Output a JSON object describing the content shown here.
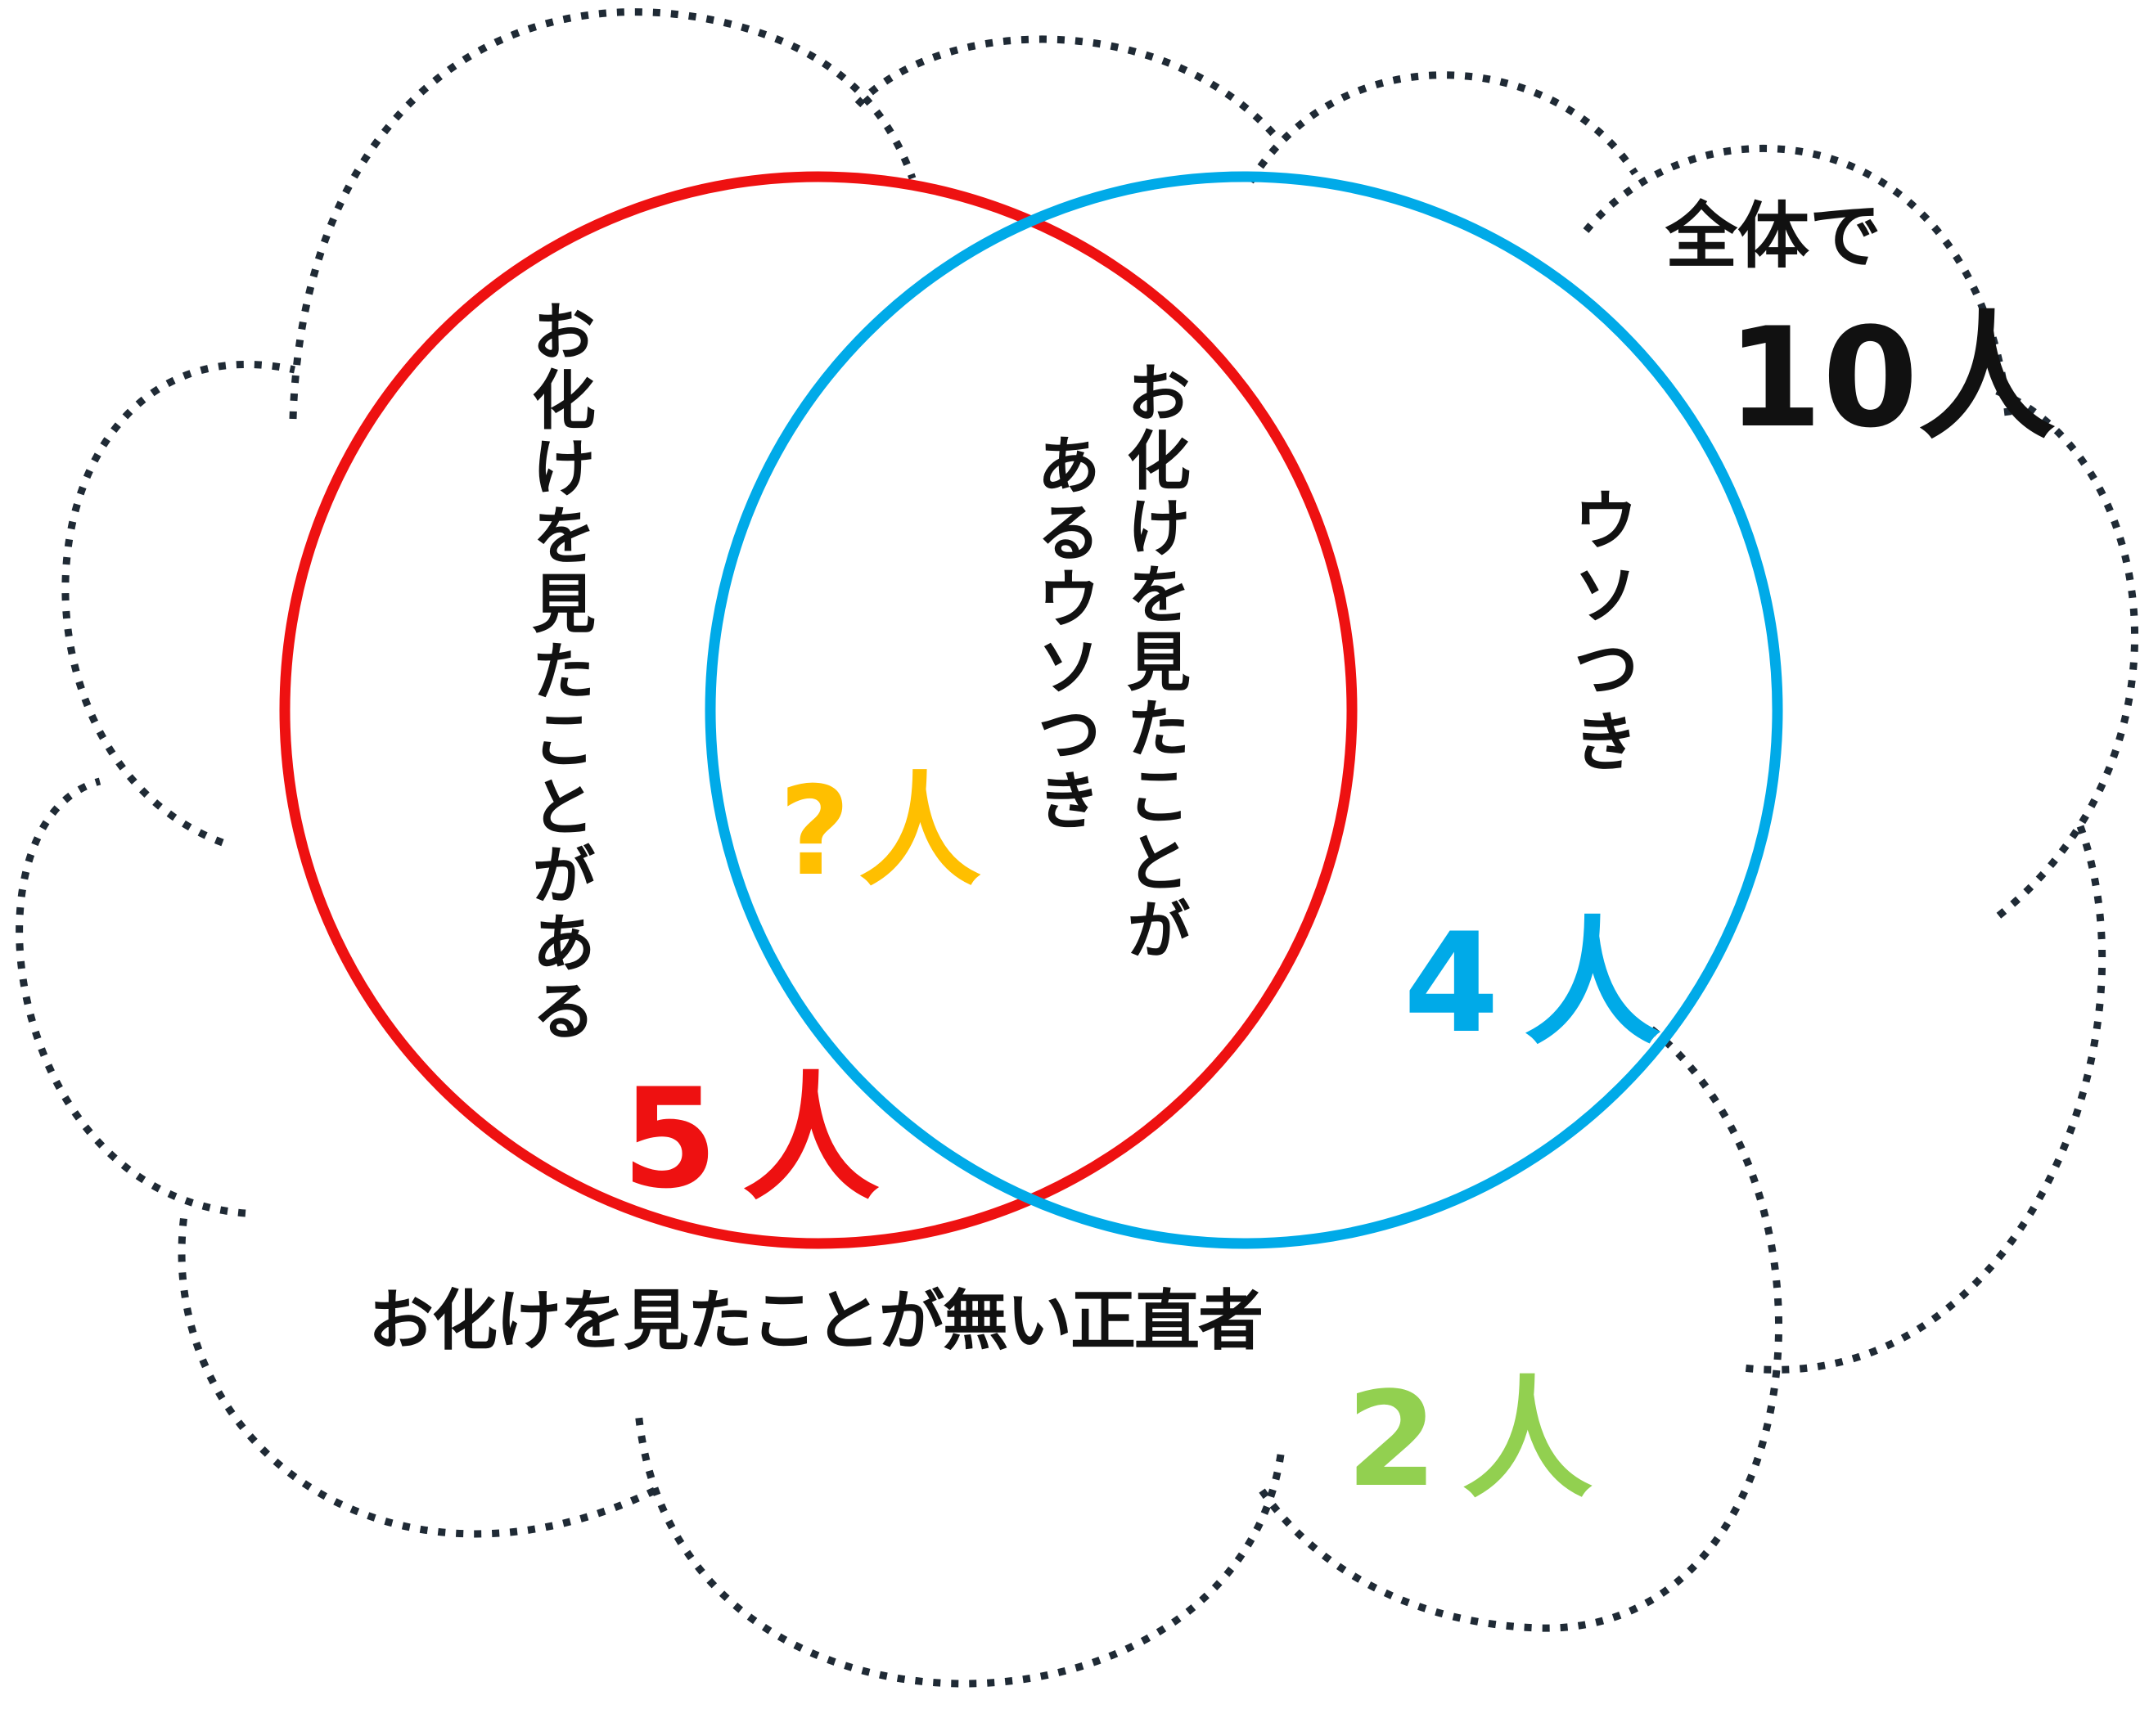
{
  "total": {
    "label": "全体で",
    "count": "10人"
  },
  "sets": {
    "saw_ghost": {
      "label": "お化けを見たことがある",
      "count": "5人",
      "color": "#ee1111"
    },
    "liar": {
      "label": "ウソつき",
      "count": "4人",
      "color": "#00aae8"
    }
  },
  "intersection": {
    "label_line1": "お化けを見たことが",
    "label_line2": "あるウソつき",
    "count": "?人",
    "color": "#ffbf00"
  },
  "outside": {
    "label": "お化けを見たことが無い正直者",
    "count": "2人",
    "color": "#92d050"
  },
  "colors": {
    "cloud_outline": "#1f2a35",
    "text": "#111111"
  }
}
